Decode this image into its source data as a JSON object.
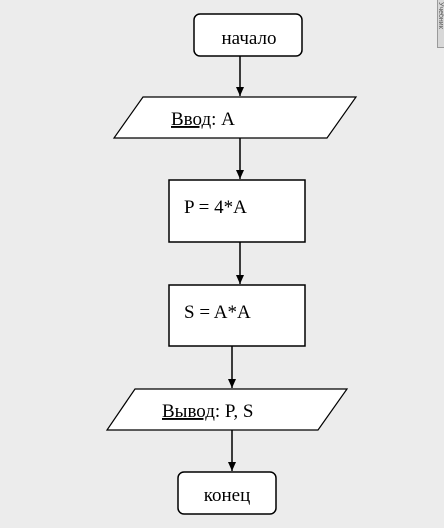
{
  "flowchart": {
    "start": {
      "label": "начало"
    },
    "input": {
      "keyword": "Ввод",
      "rest": ": A"
    },
    "process1": {
      "label": "P = 4*A"
    },
    "process2": {
      "label": "S = A*A"
    },
    "output": {
      "keyword": "Вывод",
      "rest": ": P, S"
    },
    "end": {
      "label": "конец"
    }
  },
  "colors": {
    "background": "#ececec",
    "shape_fill": "#ffffff",
    "stroke": "#000000"
  },
  "edge_tab": {
    "label": "Учебник"
  }
}
